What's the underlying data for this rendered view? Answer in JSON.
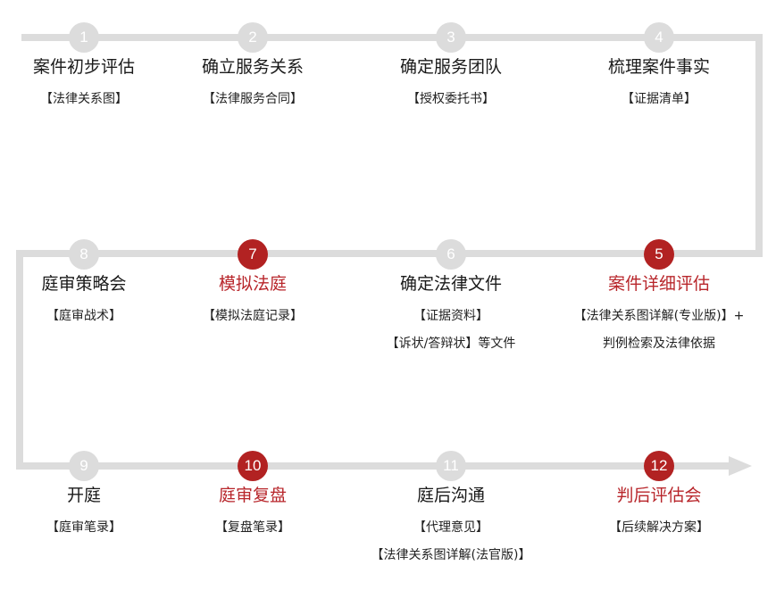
{
  "colors": {
    "track": "#dcdcdc",
    "highlight": "#b22222",
    "highlight_text": "#b8262b",
    "text": "#1a1a1a"
  },
  "steps": [
    {
      "num": "1",
      "title": "案件初步评估",
      "highlight": false,
      "subs": [
        "【法律关系图】"
      ]
    },
    {
      "num": "2",
      "title": "确立服务关系",
      "highlight": false,
      "subs": [
        "【法律服务合同】"
      ]
    },
    {
      "num": "3",
      "title": "确定服务团队",
      "highlight": false,
      "subs": [
        "【授权委托书】"
      ]
    },
    {
      "num": "4",
      "title": "梳理案件事实",
      "highlight": false,
      "subs": [
        "【证据清单】"
      ]
    },
    {
      "num": "5",
      "title": "案件详细评估",
      "highlight": true,
      "subs": [
        "【法律关系图详解(专业版)】+",
        "判例检索及法律依据"
      ]
    },
    {
      "num": "6",
      "title": "确定法律文件",
      "highlight": false,
      "subs": [
        "【证据资料】",
        "【诉状/答辩状】等文件"
      ]
    },
    {
      "num": "7",
      "title": "模拟法庭",
      "highlight": true,
      "subs": [
        "【模拟法庭记录】"
      ]
    },
    {
      "num": "8",
      "title": "庭审策略会",
      "highlight": false,
      "subs": [
        "【庭审战术】"
      ]
    },
    {
      "num": "9",
      "title": "开庭",
      "highlight": false,
      "subs": [
        "【庭审笔录】"
      ]
    },
    {
      "num": "10",
      "title": "庭审复盘",
      "highlight": true,
      "subs": [
        "【复盘笔录】"
      ]
    },
    {
      "num": "11",
      "title": "庭后沟通",
      "highlight": false,
      "subs": [
        "【代理意见】",
        "【法律关系图详解(法官版)】"
      ]
    },
    {
      "num": "12",
      "title": "判后评估会",
      "highlight": true,
      "subs": [
        "【后续解决方案】"
      ]
    }
  ]
}
